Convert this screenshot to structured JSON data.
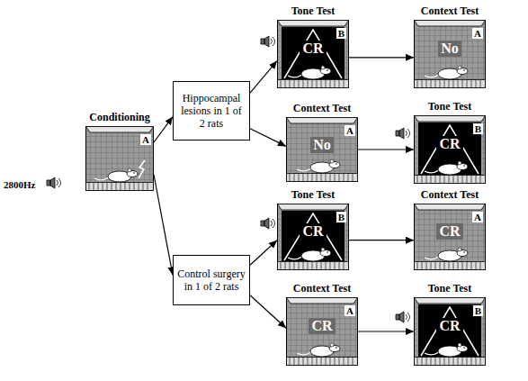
{
  "diagram": {
    "nodes": [
      {
        "text": [
          "Conditioning",
          "A"
        ]
      },
      {
        "text": [
          "Hippocampal lesions in 1 of 2 rats"
        ]
      },
      {
        "text": [
          "Tone Test",
          "CR",
          "B"
        ]
      },
      {
        "text": [
          "Context Test",
          "No",
          "A"
        ]
      },
      {
        "text": [
          "Context Test",
          "No",
          "A"
        ]
      },
      {
        "text": [
          "Tone Test",
          "CR",
          "B"
        ]
      },
      {
        "text": [
          "Control surgery in 1 of 2 rats"
        ]
      },
      {
        "text": [
          "Tone Test",
          "CR",
          "B"
        ]
      },
      {
        "text": [
          "Context Test",
          "CR",
          "A"
        ]
      },
      {
        "text": [
          "Context Test",
          "CR",
          "A"
        ]
      },
      {
        "text": [
          "Tone Test",
          "CR",
          "B"
        ]
      }
    ],
    "edges": [
      {
        "from": 0,
        "to": 1,
        "arrow": "to"
      },
      {
        "from": 0,
        "to": 6,
        "arrow": "to"
      },
      {
        "from": 1,
        "to": 2,
        "arrow": "to"
      },
      {
        "from": 1,
        "to": 4,
        "arrow": "to"
      },
      {
        "from": 2,
        "to": 3,
        "arrow": "to"
      },
      {
        "from": 4,
        "to": 5,
        "arrow": "to"
      },
      {
        "from": 6,
        "to": 7,
        "arrow": "to"
      },
      {
        "from": 6,
        "to": 9,
        "arrow": "to"
      },
      {
        "from": 7,
        "to": 8,
        "arrow": "to"
      },
      {
        "from": 9,
        "to": 10,
        "arrow": "to"
      }
    ],
    "labels": [
      "2800Hz"
    ]
  }
}
